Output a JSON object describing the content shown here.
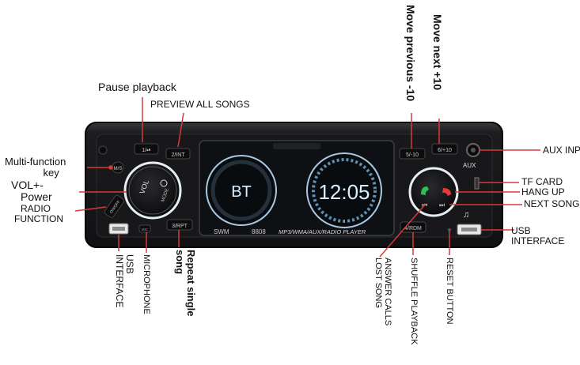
{
  "device": {
    "faceplate": {
      "button_1_label": "1/⏯",
      "button_2_label": "2/INT",
      "button_3_label": "3/RPT",
      "button_4_label": "4/RDM",
      "button_5_label": "5/-10",
      "button_6_label": "6/+10",
      "aux_port_label": "AUX",
      "brand_label": "SWM",
      "model_label": "8808",
      "player_label": "MP3/WMA/AUX/RADIO PLAYER",
      "display_left": "BT",
      "display_right": "12:05",
      "knob_left_text": "VOL",
      "knob_left_sub": "MODE",
      "side_small_1": "M/S",
      "side_small_2": "ON/OFF",
      "side_small_3": "MIC"
    },
    "colors": {
      "body": "#1a1a1c",
      "display_bg": "#0a0d10",
      "digit": "#d8f0ff",
      "ring": "#e6eef5",
      "answer": "#2fbf5a",
      "hangup": "#e23a3a",
      "line": "#d63a3a"
    }
  },
  "annotations": {
    "pause_playback": "Pause playback",
    "preview_all_songs": "PREVIEW ALL SONGS",
    "multi_function_key_1": "Multi-function",
    "multi_function_key_2": "key",
    "vol": "VOL+-",
    "power": "Power",
    "radio_function_1": "RADIO",
    "radio_function_2": "FUNCTION",
    "usb_interface_left": "USB INTERFACE",
    "microphone": "MICROPHONE",
    "repeat_single_song": "Repeat single song",
    "move_previous": "Move previous -10",
    "move_next": "Move next +10",
    "aux_input": "AUX INPUT",
    "tf_card": "TF CARD",
    "hang_up": "HANG UP",
    "next_song": "NEXT SONG",
    "usb_interface_right_1": "USB",
    "usb_interface_right_2": "INTERFACE",
    "answer_calls_lost_song": "ANSWER CALLS LOST SONG",
    "shuffle_playback": "SHUFFLE PLAYBACK",
    "reset_button": "RESET BUTTON"
  }
}
